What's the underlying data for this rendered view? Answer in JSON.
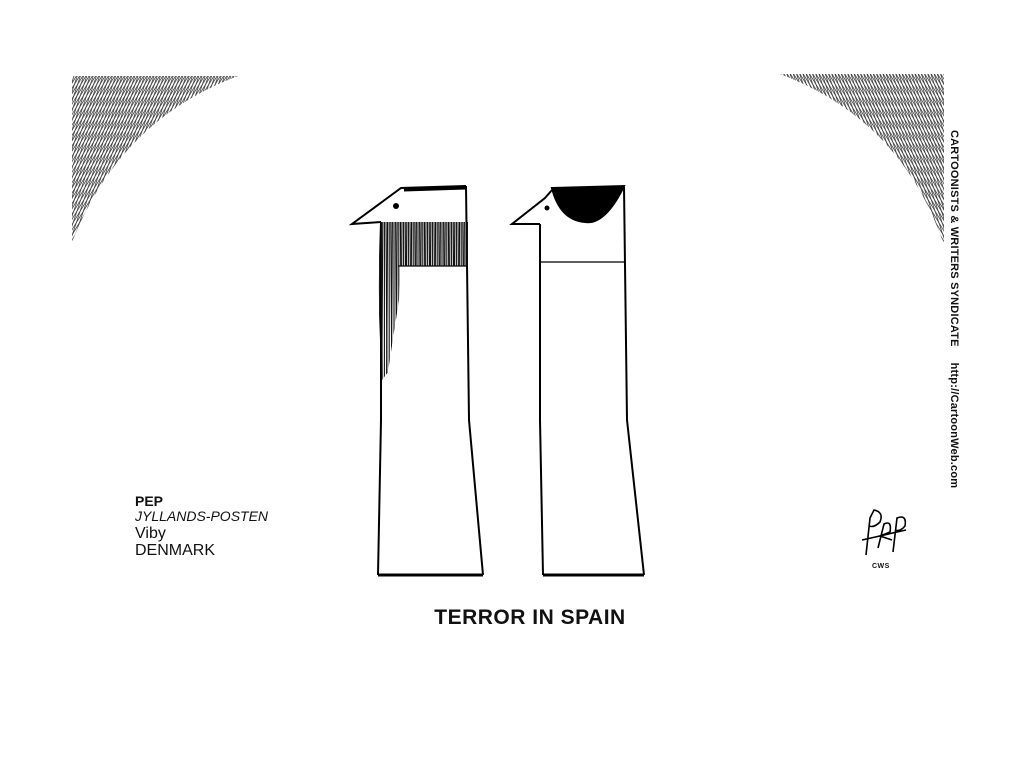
{
  "credit": {
    "name": "PEP",
    "newspaper": "JYLLANDS-POSTEN",
    "city": "Viby",
    "country": "DENMARK"
  },
  "caption": "TERROR IN SPAIN",
  "syndicate": {
    "name": "CARTOONISTS & WRITERS SYNDICATE",
    "url": "http://CartoonWeb.com",
    "mark": "CWS"
  },
  "signature": "PEP"
}
